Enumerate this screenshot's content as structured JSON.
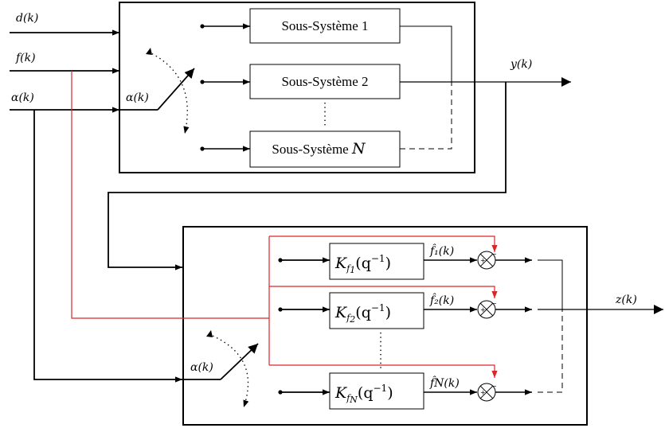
{
  "inputs": {
    "d": "d(k)",
    "f": "f(k)",
    "alpha": "α(k)"
  },
  "output_y": "y(k)",
  "output_z": "z(k)",
  "switch_label_top": "α(k)",
  "switch_label_bottom": "α(k)",
  "subsystems": {
    "s1": "Sous-Système 1",
    "s2": "Sous-Système 2",
    "sN_text": "Sous-Système ",
    "sN_var": "N"
  },
  "filters": [
    {
      "k": "K",
      "sub_f": "f",
      "sub_idx": "1",
      "arg": "(q",
      "exp": "−1",
      "close": ")",
      "est": "f̂₁(k)"
    },
    {
      "k": "K",
      "sub_f": "f",
      "sub_idx": "2",
      "arg": "(q",
      "exp": "−1",
      "close": ")",
      "est": "f̂₂(k)"
    },
    {
      "k": "K",
      "sub_f": "f",
      "sub_idx": "N",
      "arg": "(q",
      "exp": "−1",
      "close": ")",
      "est": "f̂N(k)"
    }
  ],
  "summer_plus": "+",
  "summer_minus": "−",
  "colors": {
    "line": "#000000",
    "fault": "#d9262b"
  }
}
